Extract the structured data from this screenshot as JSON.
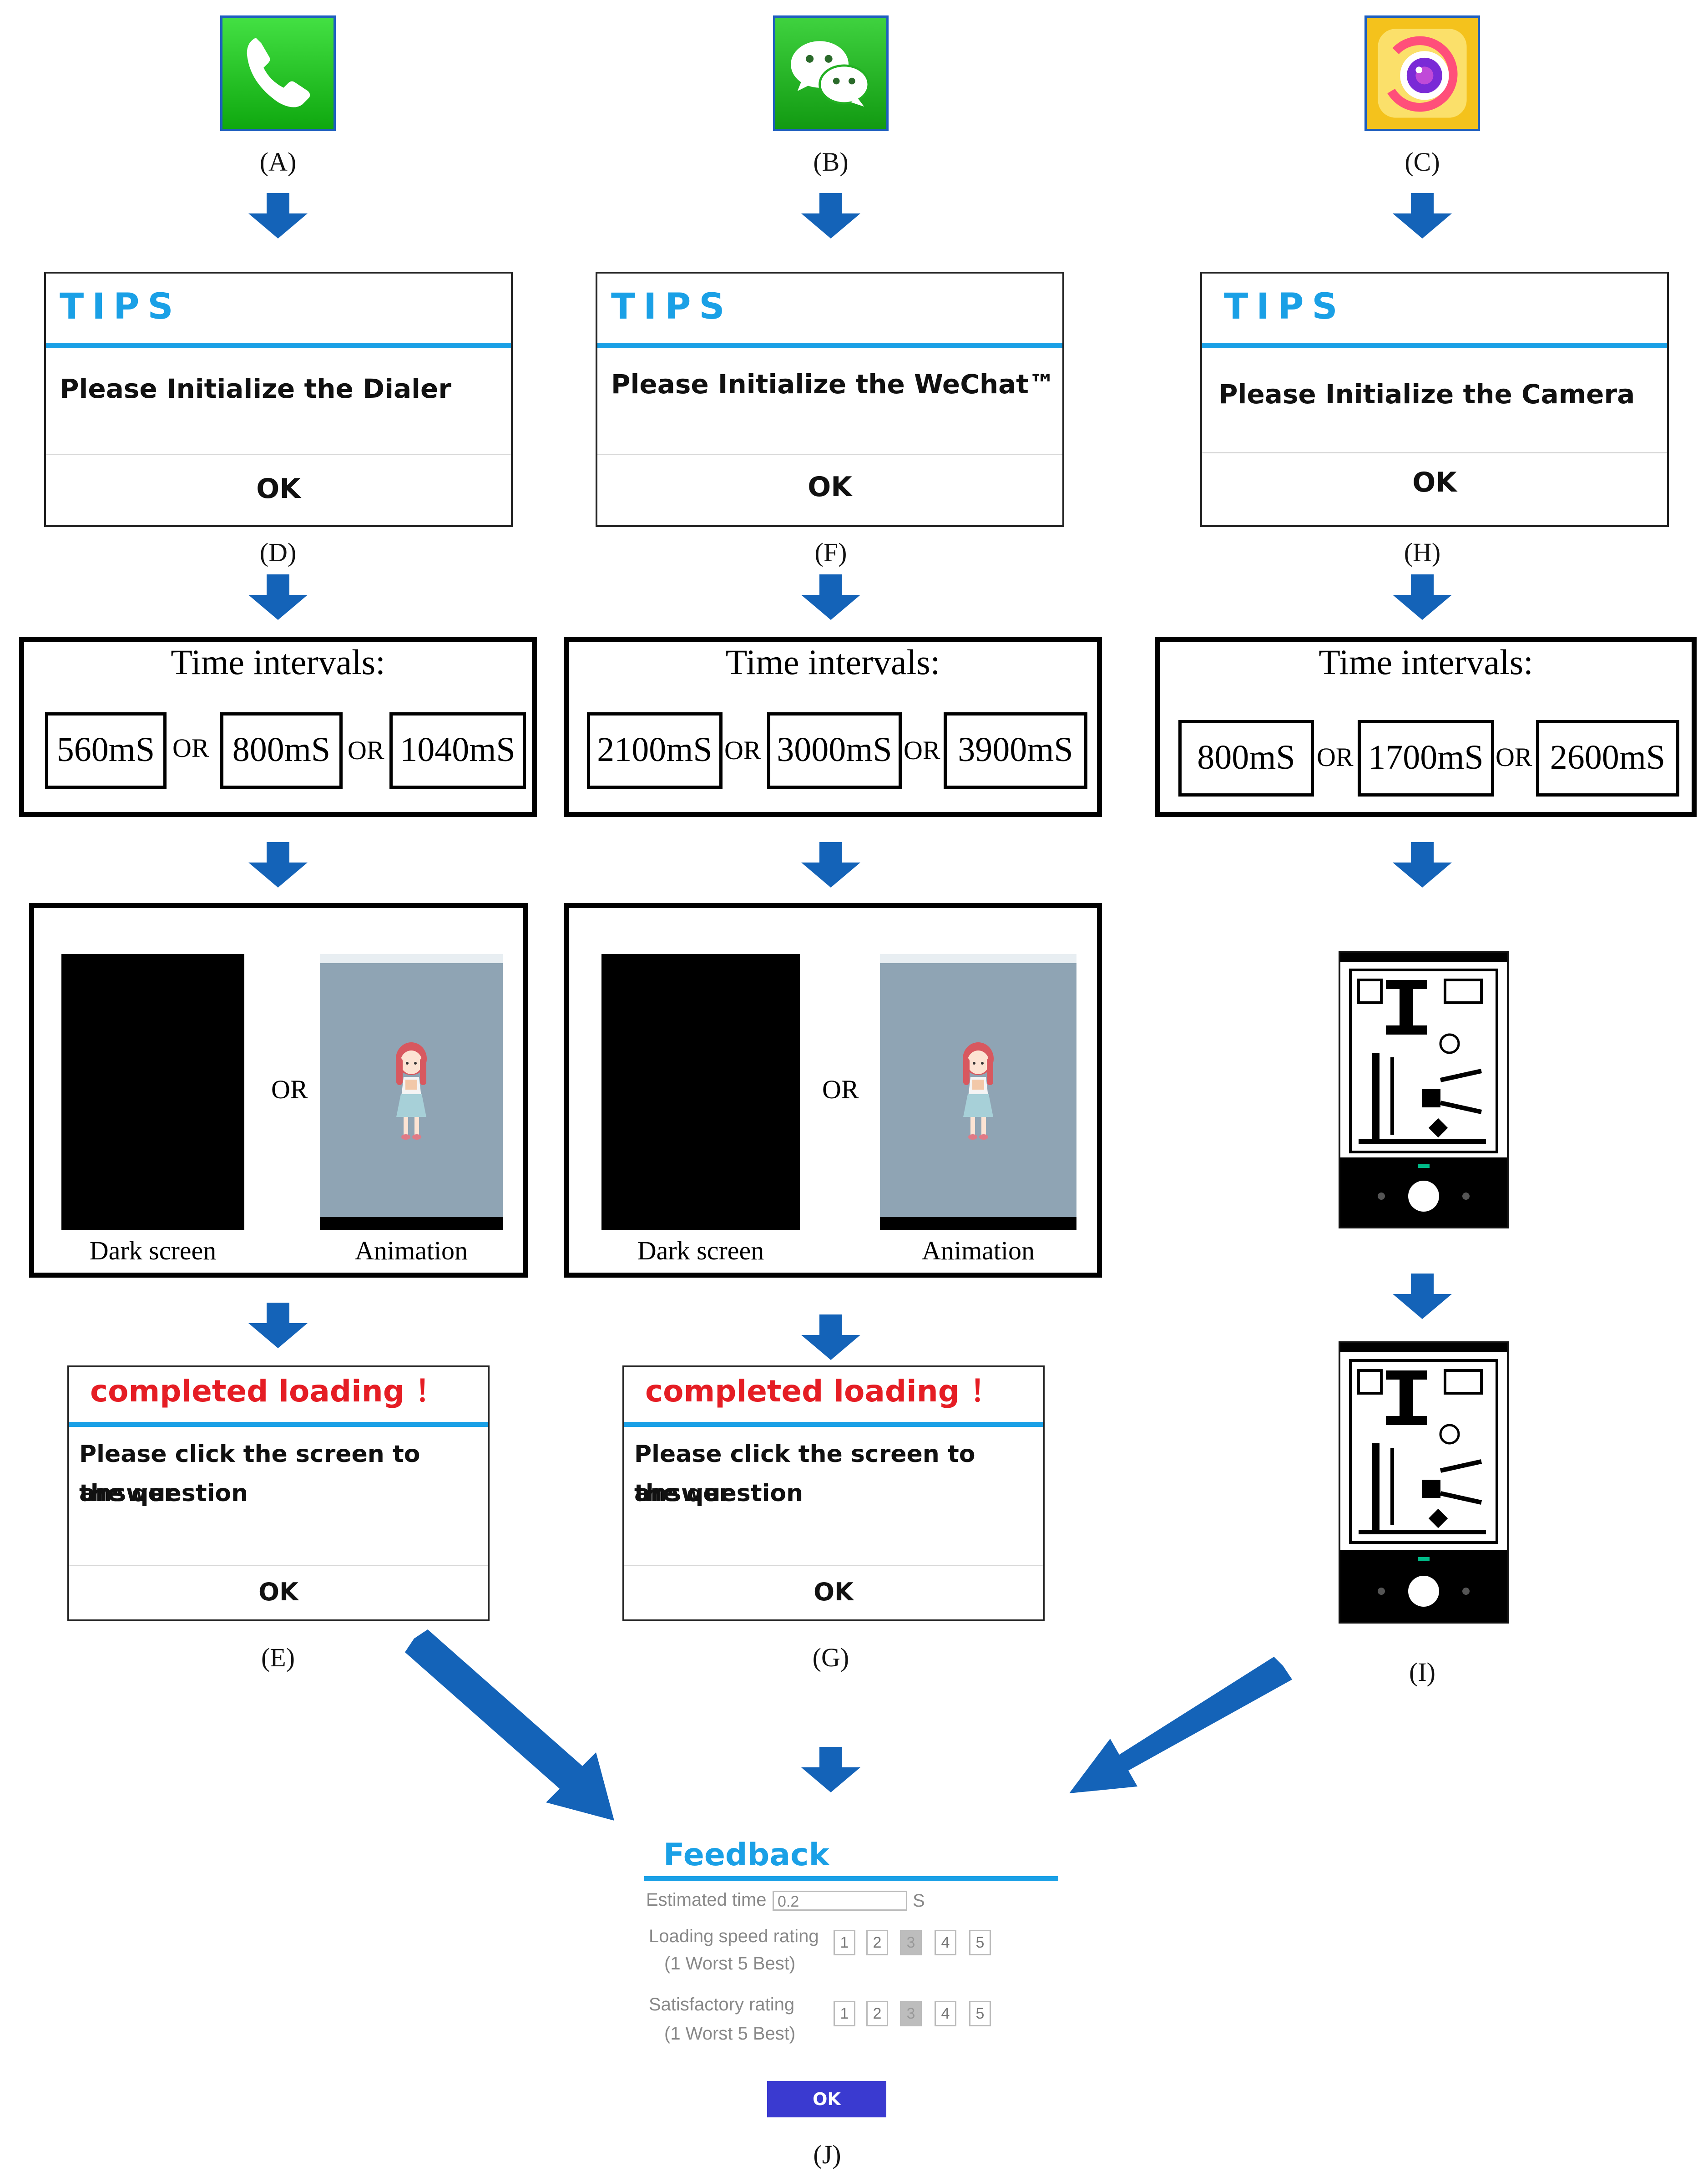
{
  "captions": {
    "a": "(A)",
    "b": "(B)",
    "c": "(C)",
    "d": "(D)",
    "f": "(F)",
    "h": "(H)",
    "e": "(E)",
    "g": "(G)",
    "i": "(I)",
    "j": "(J)"
  },
  "icons": {
    "dialer": {
      "name": "phone-icon",
      "bg": "#20c020"
    },
    "wechat": {
      "name": "wechat-icon",
      "bg": "#22b022"
    },
    "camera": {
      "name": "camera-icon",
      "bg": "#f4c21c"
    }
  },
  "tips_dialogs": [
    {
      "title": "TIPS",
      "message": "Please Initialize the Dialer",
      "ok": "OK"
    },
    {
      "title": "TIPS",
      "message": "Please Initialize the WeChat™",
      "ok": "OK"
    },
    {
      "title": "TIPS",
      "message": "Please Initialize the Camera",
      "ok": "OK"
    }
  ],
  "time_intervals": [
    {
      "label": "Time intervals:",
      "values": [
        "560mS",
        "800mS",
        "1040mS"
      ],
      "or": "OR"
    },
    {
      "label": "Time intervals:",
      "values": [
        "2100mS",
        "3000mS",
        "3900mS"
      ],
      "or": "OR"
    },
    {
      "label": "Time intervals:",
      "values": [
        "800mS",
        "1700mS",
        "2600mS"
      ],
      "or": "OR"
    }
  ],
  "screens": {
    "dark_label": "Dark screen",
    "anim_label": "Animation",
    "or": "OR"
  },
  "loading_dialogs": [
    {
      "title": "completed loading ！",
      "line1": "Please click the screen to answer",
      "line2": "the question",
      "ok": "OK"
    },
    {
      "title": "completed loading ！",
      "line1": "Please click the screen to answer",
      "line2": "the question",
      "ok": "OK"
    }
  ],
  "feedback": {
    "title": "Feedback",
    "estimated_label": "Estimated time",
    "estimated_value": "0.2",
    "unit": "S",
    "loading_label": "Loading speed rating",
    "loading_hint": "(1 Worst 5 Best)",
    "satisfaction_label": "Satisfactory rating",
    "satisfaction_hint": "(1 Worst 5 Best)",
    "ratings": [
      "1",
      "2",
      "3",
      "4",
      "5"
    ],
    "loading_selected": 3,
    "satisfaction_selected": 3,
    "ok": "OK",
    "colors": {
      "accent": "#1aa0e6",
      "ok_button": "#3a3ad0"
    }
  }
}
